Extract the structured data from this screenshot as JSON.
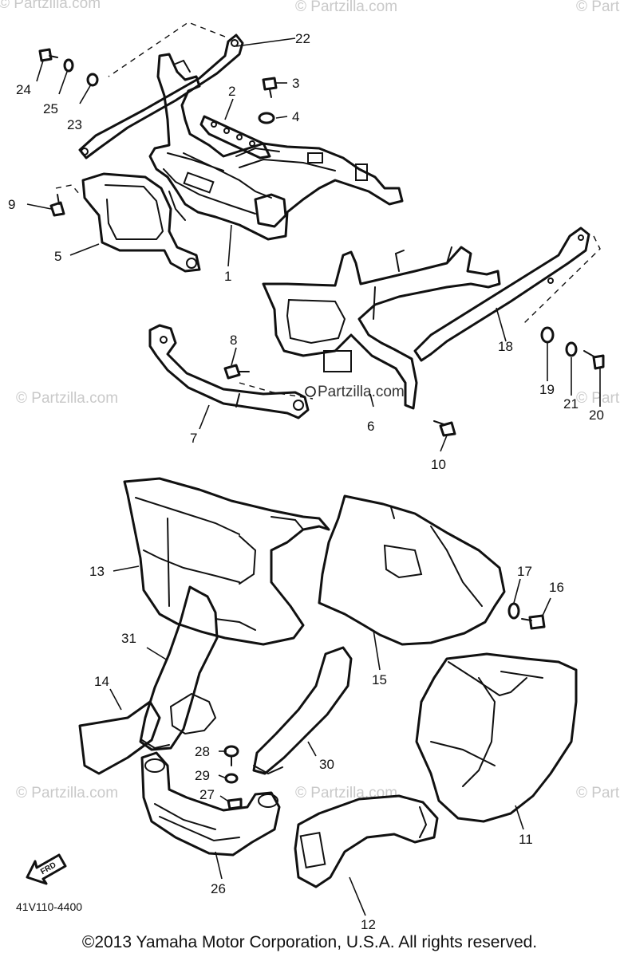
{
  "watermark": {
    "text": "© Partzilla.com",
    "center_text": "Partzilla.com",
    "color": "#c9c9c9"
  },
  "callouts": [
    {
      "id": "1",
      "label": "1"
    },
    {
      "id": "2",
      "label": "2"
    },
    {
      "id": "3",
      "label": "3"
    },
    {
      "id": "4",
      "label": "4"
    },
    {
      "id": "5",
      "label": "5"
    },
    {
      "id": "6",
      "label": "6"
    },
    {
      "id": "7",
      "label": "7"
    },
    {
      "id": "8",
      "label": "8"
    },
    {
      "id": "9",
      "label": "9"
    },
    {
      "id": "10",
      "label": "10"
    },
    {
      "id": "11",
      "label": "11"
    },
    {
      "id": "12",
      "label": "12"
    },
    {
      "id": "13",
      "label": "13"
    },
    {
      "id": "14",
      "label": "14"
    },
    {
      "id": "15",
      "label": "15"
    },
    {
      "id": "16",
      "label": "16"
    },
    {
      "id": "17",
      "label": "17"
    },
    {
      "id": "18",
      "label": "18"
    },
    {
      "id": "19",
      "label": "19"
    },
    {
      "id": "20",
      "label": "20"
    },
    {
      "id": "21",
      "label": "21"
    },
    {
      "id": "22",
      "label": "22"
    },
    {
      "id": "23",
      "label": "23"
    },
    {
      "id": "24",
      "label": "24"
    },
    {
      "id": "25",
      "label": "25"
    },
    {
      "id": "26",
      "label": "26"
    },
    {
      "id": "27",
      "label": "27"
    },
    {
      "id": "28",
      "label": "28"
    },
    {
      "id": "29",
      "label": "29"
    },
    {
      "id": "30",
      "label": "30"
    },
    {
      "id": "31",
      "label": "31"
    }
  ],
  "direction_arrow": {
    "label": "FRD",
    "icon": "front-direction-arrow-icon"
  },
  "diagram_code": "41V110-4400",
  "copyright": "©2013 Yamaha Motor Corporation, U.S.A. All rights reserved."
}
